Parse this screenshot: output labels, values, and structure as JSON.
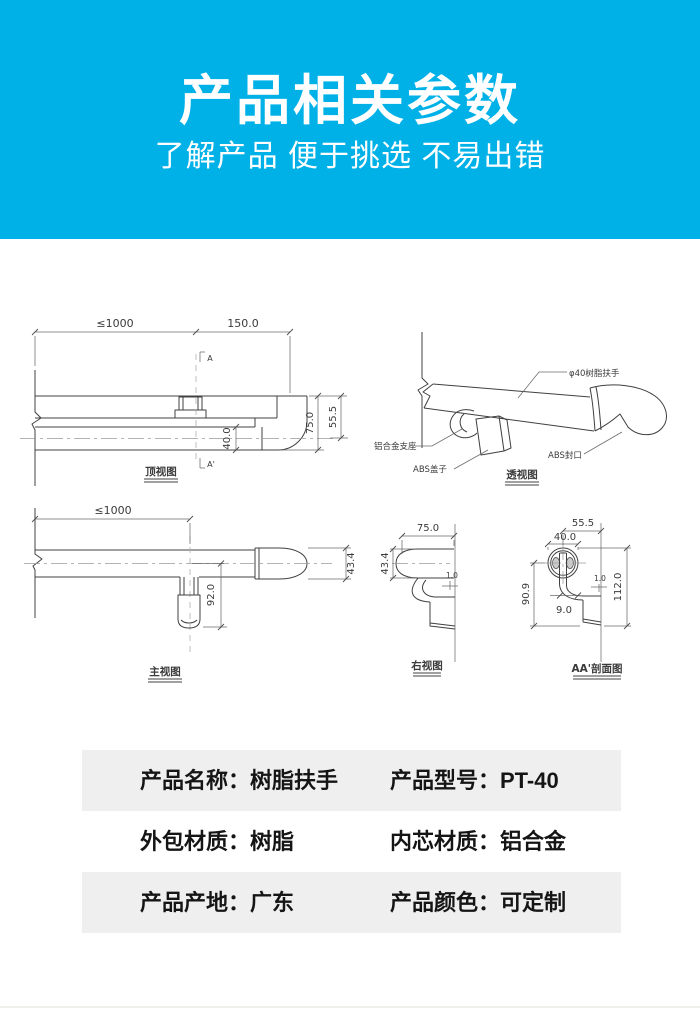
{
  "header": {
    "title": "产品相关参数",
    "subtitle": "了解产品 便于挑选 不易出错"
  },
  "colors": {
    "header_bg": "#00b1e8",
    "header_text": "#ffffff",
    "row_alt_bg": "#efefef",
    "drawing_line": "#404040"
  },
  "drawings": {
    "top_view": {
      "label": "顶视图",
      "dim_length": "≤1000",
      "dim_end": "150.0",
      "dim_tube_width": "40.0",
      "dim_elbow_depth": "75.0",
      "dim_to_center": "55.5",
      "marker_a": "A",
      "marker_a_prime": "A'"
    },
    "perspective": {
      "label": "透视图",
      "callout_handrail": "φ40树脂扶手",
      "callout_support": "铝合金支座",
      "callout_cover": "ABS盖子",
      "callout_endcap": "ABS封口"
    },
    "front_view": {
      "label": "主视图",
      "dim_length": "≤1000",
      "dim_bracket_drop": "92.0",
      "dim_tube_height": "43.4"
    },
    "right_view": {
      "label": "右视图",
      "dim_width": "75.0",
      "dim_height": "43.4",
      "dim_wall": "1.0"
    },
    "section_view": {
      "label": "AA'剖面图",
      "dim_overall": "55.5",
      "dim_tube": "40.0",
      "dim_drop": "90.9",
      "dim_base": "9.0",
      "dim_wall": "1.0",
      "dim_total_height": "112.0"
    }
  },
  "table": {
    "rows": [
      {
        "left": "产品名称：树脂扶手",
        "right": "产品型号：PT-40"
      },
      {
        "left": "外包材质：树脂",
        "right": "内芯材质：铝合金"
      },
      {
        "left": "产品产地：广东",
        "right": "产品颜色：可定制"
      }
    ]
  }
}
